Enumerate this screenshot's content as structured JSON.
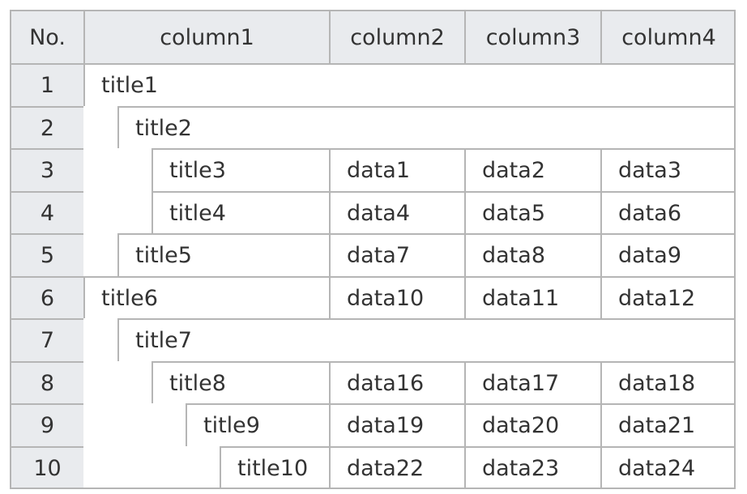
{
  "table": {
    "headers": {
      "no": "No.",
      "col1": "column1",
      "col2": "column2",
      "col3": "column3",
      "col4": "column4"
    },
    "rows": [
      {
        "no": "1",
        "title": "title1",
        "col2": "",
        "col3": "",
        "col4": ""
      },
      {
        "no": "2",
        "title": "title2",
        "col2": "",
        "col3": "",
        "col4": ""
      },
      {
        "no": "3",
        "title": "title3",
        "col2": "data1",
        "col3": "data2",
        "col4": "data3"
      },
      {
        "no": "4",
        "title": "title4",
        "col2": "data4",
        "col3": "data5",
        "col4": "data6"
      },
      {
        "no": "5",
        "title": "title5",
        "col2": "data7",
        "col3": "data8",
        "col4": "data9"
      },
      {
        "no": "6",
        "title": "title6",
        "col2": "data10",
        "col3": "data11",
        "col4": "data12"
      },
      {
        "no": "7",
        "title": "title7",
        "col2": "",
        "col3": "",
        "col4": ""
      },
      {
        "no": "8",
        "title": "title8",
        "col2": "data16",
        "col3": "data17",
        "col4": "data18"
      },
      {
        "no": "9",
        "title": "title9",
        "col2": "data19",
        "col3": "data20",
        "col4": "data21"
      },
      {
        "no": "10",
        "title": "title10",
        "col2": "data22",
        "col3": "data23",
        "col4": "data24"
      }
    ]
  }
}
